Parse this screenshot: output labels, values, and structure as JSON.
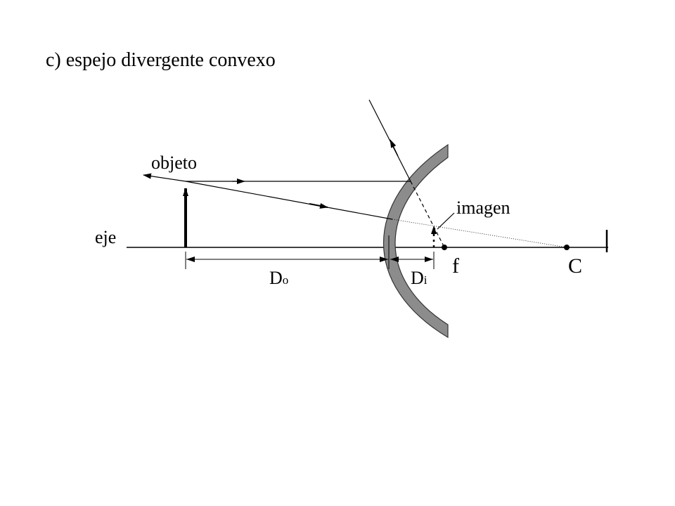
{
  "title": "c) espejo divergente convexo",
  "labels": {
    "object": "objeto",
    "image": "imagen",
    "axis": "eje",
    "focal": "f",
    "center": "C",
    "do_main": "D",
    "do_sub": "o",
    "di_main": "D",
    "di_sub": "i"
  },
  "colors": {
    "ink": "#000000",
    "mirror_fill": "#8c8c8c",
    "mirror_stroke": "#333333",
    "background": "#ffffff"
  }
}
